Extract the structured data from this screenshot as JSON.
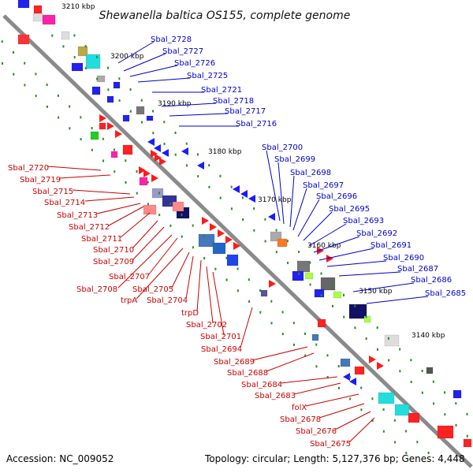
{
  "title": "Shewanella baltica OS155, complete genome",
  "footer": {
    "accession": "Accession: NC_009052",
    "topology": "Topology: circular; Length: 5,127,376 bp; Genes: 4,448"
  },
  "ticks": [
    "3210 kbp",
    "3200 kbp",
    "3190 kbp",
    "3180 kbp",
    "3170 kbp",
    "3160 kbp",
    "3150 kbp",
    "3140 kbp"
  ],
  "blue_labels": [
    "Sbal_2728",
    "Sbal_2727",
    "Sbal_2726",
    "Sbal_2725",
    "Sbal_2721",
    "Sbal_2718",
    "Sbal_2717",
    "Sbal_2716",
    "Sbal_2700",
    "Sbal_2699",
    "Sbal_2698",
    "Sbal_2697",
    "Sbal_2696",
    "Sbal_2695",
    "Sbal_2693",
    "Sbal_2692",
    "Sbal_2691",
    "Sbal_2690",
    "Sbal_2687",
    "Sbal_2686",
    "Sbal_2685"
  ],
  "red_labels": [
    "Sbal_2720",
    "Sbal_2719",
    "Sbal_2715",
    "Sbal_2714",
    "Sbal_2713",
    "Sbal_2712",
    "Sbal_2711",
    "Sbal_2710",
    "Sbal_2709",
    "Sbal_2707",
    "Sbal_2708",
    "Sbal_2705",
    "trpA",
    "Sbal_2704",
    "trpD",
    "Sbal_2702",
    "Sbal_2701",
    "Sbal_2694",
    "Sbal_2689",
    "Sbal_2688",
    "Sbal_2684",
    "Sbal_2683",
    "folX",
    "Sbal_2678",
    "Sbal_2676",
    "Sbal_2675"
  ],
  "colors": {
    "forward": "#ff1a1a",
    "reverse": "#1a1aff",
    "backbone": "#808080",
    "blue_label": "#0000cc",
    "red_label": "#cc0000"
  }
}
